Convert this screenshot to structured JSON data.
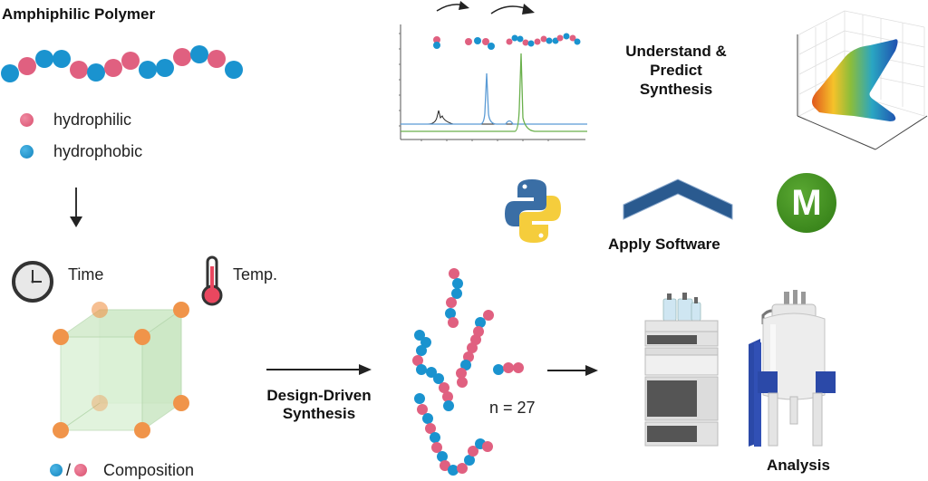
{
  "polymer": {
    "title": "Amphiphilic Polymer",
    "chain": [
      "hydrophobic",
      "hydrophilic",
      "hydrophobic",
      "hydrophobic",
      "hydrophilic",
      "hydrophobic",
      "hydrophilic",
      "hydrophilic",
      "hydrophobic",
      "hydrophobic",
      "hydrophilic",
      "hydrophobic",
      "hydrophilic",
      "hydrophobic"
    ],
    "legend": [
      {
        "key": "hydrophilic",
        "label": "hydrophilic",
        "color": "#e06080"
      },
      {
        "key": "hydrophobic",
        "label": "hydrophobic",
        "color": "#1a93cf"
      }
    ]
  },
  "design_space": {
    "time_label": "Time",
    "temp_label": "Temp.",
    "composition_slash": "/",
    "composition_label": "Composition",
    "cube_node_color": "#f0944a",
    "cube_fill_color": "#d6efd0"
  },
  "synthesis": {
    "arrow_label_line1": "Design-Driven",
    "arrow_label_line2": "Synthesis",
    "sample_count": "n = 27"
  },
  "analysis": {
    "label": "Analysis",
    "instruments": [
      "HPLC / GPC system",
      "NMR spectrometer"
    ]
  },
  "understand": {
    "label_line1": "Understand &",
    "label_line2": "Predict",
    "label_line3": "Synthesis",
    "chromatogram": {
      "traces": [
        {
          "name": "monomer",
          "color": "#222222"
        },
        {
          "name": "oligomer",
          "color": "#5b9bd5"
        },
        {
          "name": "polymer",
          "color": "#6ab04c"
        }
      ]
    }
  },
  "software": {
    "label": "Apply Software",
    "logos": [
      "python-logo",
      "chevron-logo",
      "m-logo"
    ],
    "m_letter": "M",
    "chevron_color": "#2a5a8f",
    "m_color": "#3e8e1f"
  },
  "colors": {
    "hydrophilic": "#e06080",
    "hydrophobic": "#1a93cf"
  }
}
